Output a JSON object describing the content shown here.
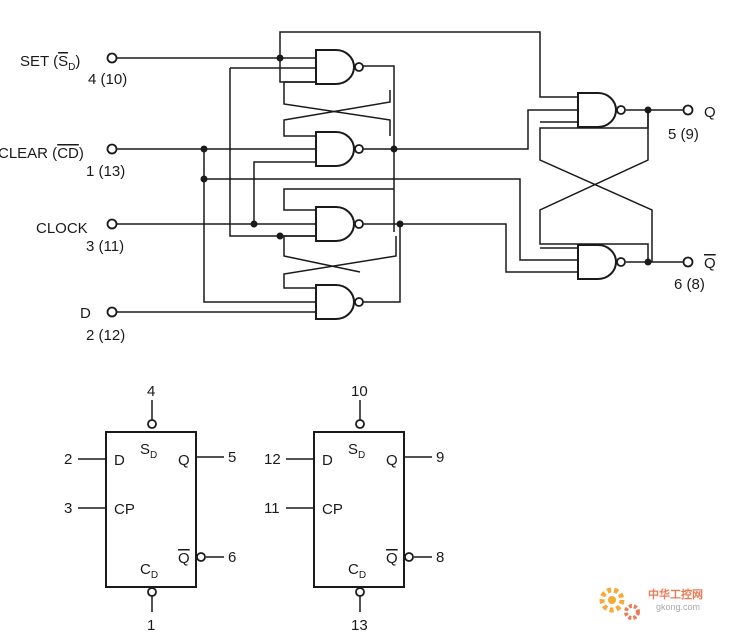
{
  "inputs": {
    "set": {
      "label": "SET (",
      "name": "S",
      "sub": "D",
      "close": ")",
      "pin": "4 (10)"
    },
    "clear": {
      "label": "CLEAR (",
      "name": "CD",
      "close": ")",
      "pin": "1 (13)"
    },
    "clock": {
      "label": "CLOCK",
      "pin": "3 (11)"
    },
    "d": {
      "label": "D",
      "pin": "2 (12)"
    }
  },
  "outputs": {
    "q": {
      "label": "Q",
      "pin": "5 (9)"
    },
    "qbar": {
      "label": "Q",
      "pin": "6 (8)"
    }
  },
  "symbol_left": {
    "top_pin": "4",
    "bottom_pin": "1",
    "d_pin": "2",
    "cp_pin": "3",
    "q_pin": "5",
    "qbar_pin": "6",
    "d_label": "D",
    "cp_label": "CP",
    "q_label": "Q",
    "qbar_label": "Q",
    "sd_label": "S",
    "sd_sub": "D",
    "cd_label": "C",
    "cd_sub": "D"
  },
  "symbol_right": {
    "top_pin": "10",
    "bottom_pin": "13",
    "d_pin": "12",
    "cp_pin": "11",
    "q_pin": "9",
    "qbar_pin": "8",
    "d_label": "D",
    "cp_label": "CP",
    "q_label": "Q",
    "qbar_label": "Q",
    "sd_label": "S",
    "sd_sub": "D",
    "cd_label": "C",
    "cd_sub": "D"
  },
  "watermark": {
    "text_cn": "中华工控网",
    "text_url": "gkong.com"
  },
  "colors": {
    "ink": "#1a1a1a",
    "watermark_orange": "#f39c12",
    "watermark_red": "#e8643a"
  }
}
